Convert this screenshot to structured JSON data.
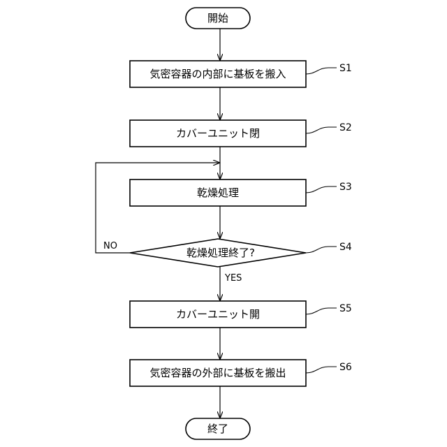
{
  "flowchart": {
    "start_label": "開始",
    "end_label": "終了",
    "steps": [
      {
        "id": "S1",
        "label": "気密容器の内部に基板を搬入"
      },
      {
        "id": "S2",
        "label": "カバーユニット閉"
      },
      {
        "id": "S3",
        "label": "乾燥処理"
      },
      {
        "id": "S4",
        "label": "乾燥処理終了?"
      },
      {
        "id": "S5",
        "label": "カバーユニット開"
      },
      {
        "id": "S6",
        "label": "気密容器の外部に基板を搬出"
      }
    ],
    "branch_yes": "YES",
    "branch_no": "NO"
  }
}
